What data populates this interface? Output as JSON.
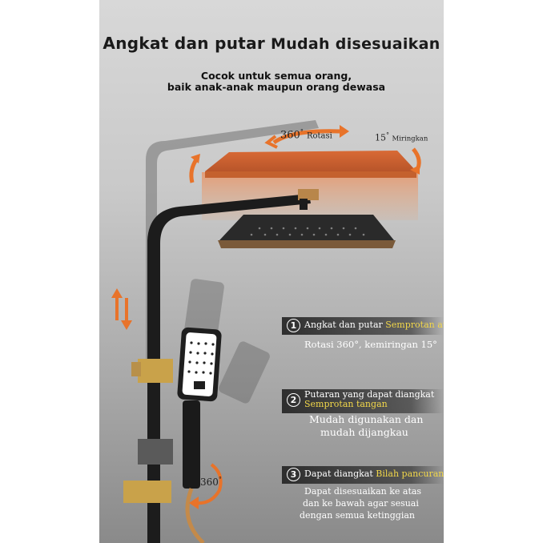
{
  "header": {
    "title_part1": "Angkat dan putar",
    "title_part2": "Mudah disesuaikan",
    "subtitle_line1": "Cocok untuk semua orang,",
    "subtitle_line2": "baik anak-anak maupun orang dewasa"
  },
  "annotations": {
    "rotate_360": "360",
    "rotate_label": "Rotasi",
    "tilt_15": "15",
    "tilt_label": "Miringkan",
    "hose_360": "360"
  },
  "features": [
    {
      "number": "1",
      "text": "Angkat dan putar",
      "highlight": "Semprotan atas",
      "desc_line1": "Rotasi 360°, kemiringan 15°",
      "desc_line2": ""
    },
    {
      "number": "2",
      "text": "Putaran yang dapat diangkat",
      "highlight": "Semprotan tangan",
      "desc_line1": "Mudah digunakan dan",
      "desc_line2": "mudah dijangkau"
    },
    {
      "number": "3",
      "text": "Dapat diangkat",
      "highlight": "Bilah pancuran",
      "desc_line1": "Dapat disesuaikan ke atas",
      "desc_line2": "dan ke bawah agar sesuai",
      "desc_line3": "dengan semua ketinggian"
    }
  ],
  "colors": {
    "accent_orange": "#e8732a",
    "highlight_yellow": "#f2d74a",
    "gold": "#c9a24a",
    "fixture_black": "#1c1c1c"
  }
}
